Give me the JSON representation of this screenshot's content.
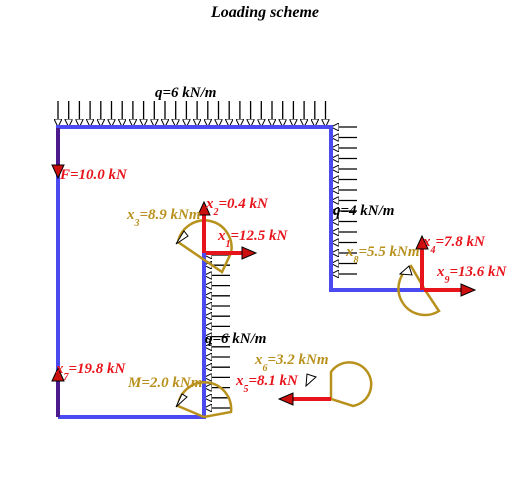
{
  "title": "Loading scheme",
  "colors": {
    "frame": "#4a4af0",
    "force": "#e8141c",
    "arrow_fill": "#cc1010",
    "moment": "#b8901c",
    "load": "#000000",
    "support_force": "#4b1a8c"
  },
  "labels": {
    "q_top": "q=6 kN/m",
    "q_right": "q=4 kN/m",
    "q_inner": "q=6 kN/m",
    "F": "F=10.0 kN",
    "M": "M=2.0 kNm",
    "x1": {
      "main": "x",
      "sub": "1",
      "rest": "=12.5 kN"
    },
    "x2": {
      "main": "x",
      "sub": "2",
      "rest": "=0.4 kN"
    },
    "x3": {
      "main": "x",
      "sub": "3",
      "rest": "=8.9 kNm"
    },
    "x4": {
      "main": "x",
      "sub": "4",
      "rest": "=7.8 kN"
    },
    "x5": {
      "main": "x",
      "sub": "5",
      "rest": "=8.1 kN"
    },
    "x6": {
      "main": "x",
      "sub": "6",
      "rest": "=3.2 kNm"
    },
    "x7": {
      "main": "x",
      "sub": "7",
      "rest": "=19.8 kN"
    },
    "x8": {
      "main": "x",
      "sub": "8",
      "rest": "=5.5 kNm"
    },
    "x9": {
      "main": "x",
      "sub": "9",
      "rest": "=13.6 kN"
    }
  }
}
